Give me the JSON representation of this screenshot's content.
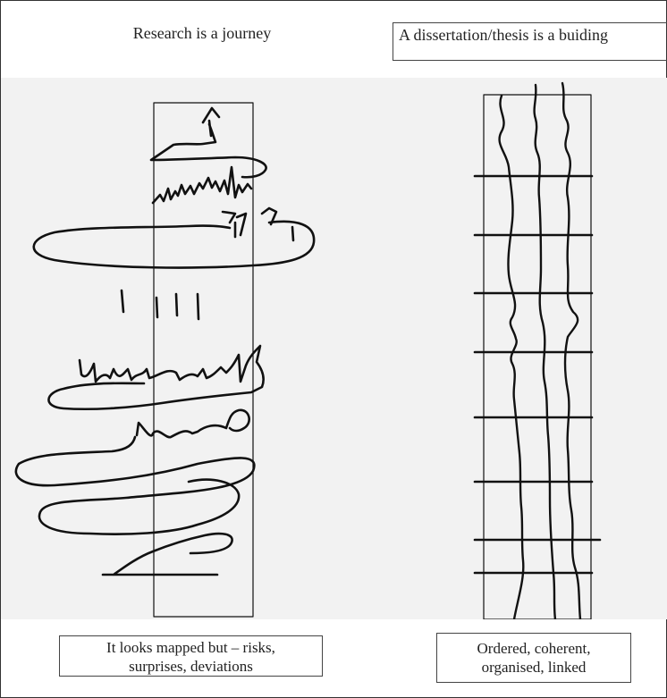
{
  "titles": {
    "left": "Research is a journey",
    "right": "A dissertation/thesis is a buiding"
  },
  "captions": {
    "left_line1": "It looks mapped but – risks,",
    "left_line2": "surprises, deviations",
    "right_line1": "Ordered, coherent,",
    "right_line2": "organised, linked"
  },
  "colors": {
    "ink": "#111111",
    "panel_background": "#f2f2f2",
    "border": "#444444"
  },
  "icons": {
    "journey_sketch": "hand-drawn-scribbled-column",
    "building_sketch": "hand-drawn-ruled-column"
  }
}
